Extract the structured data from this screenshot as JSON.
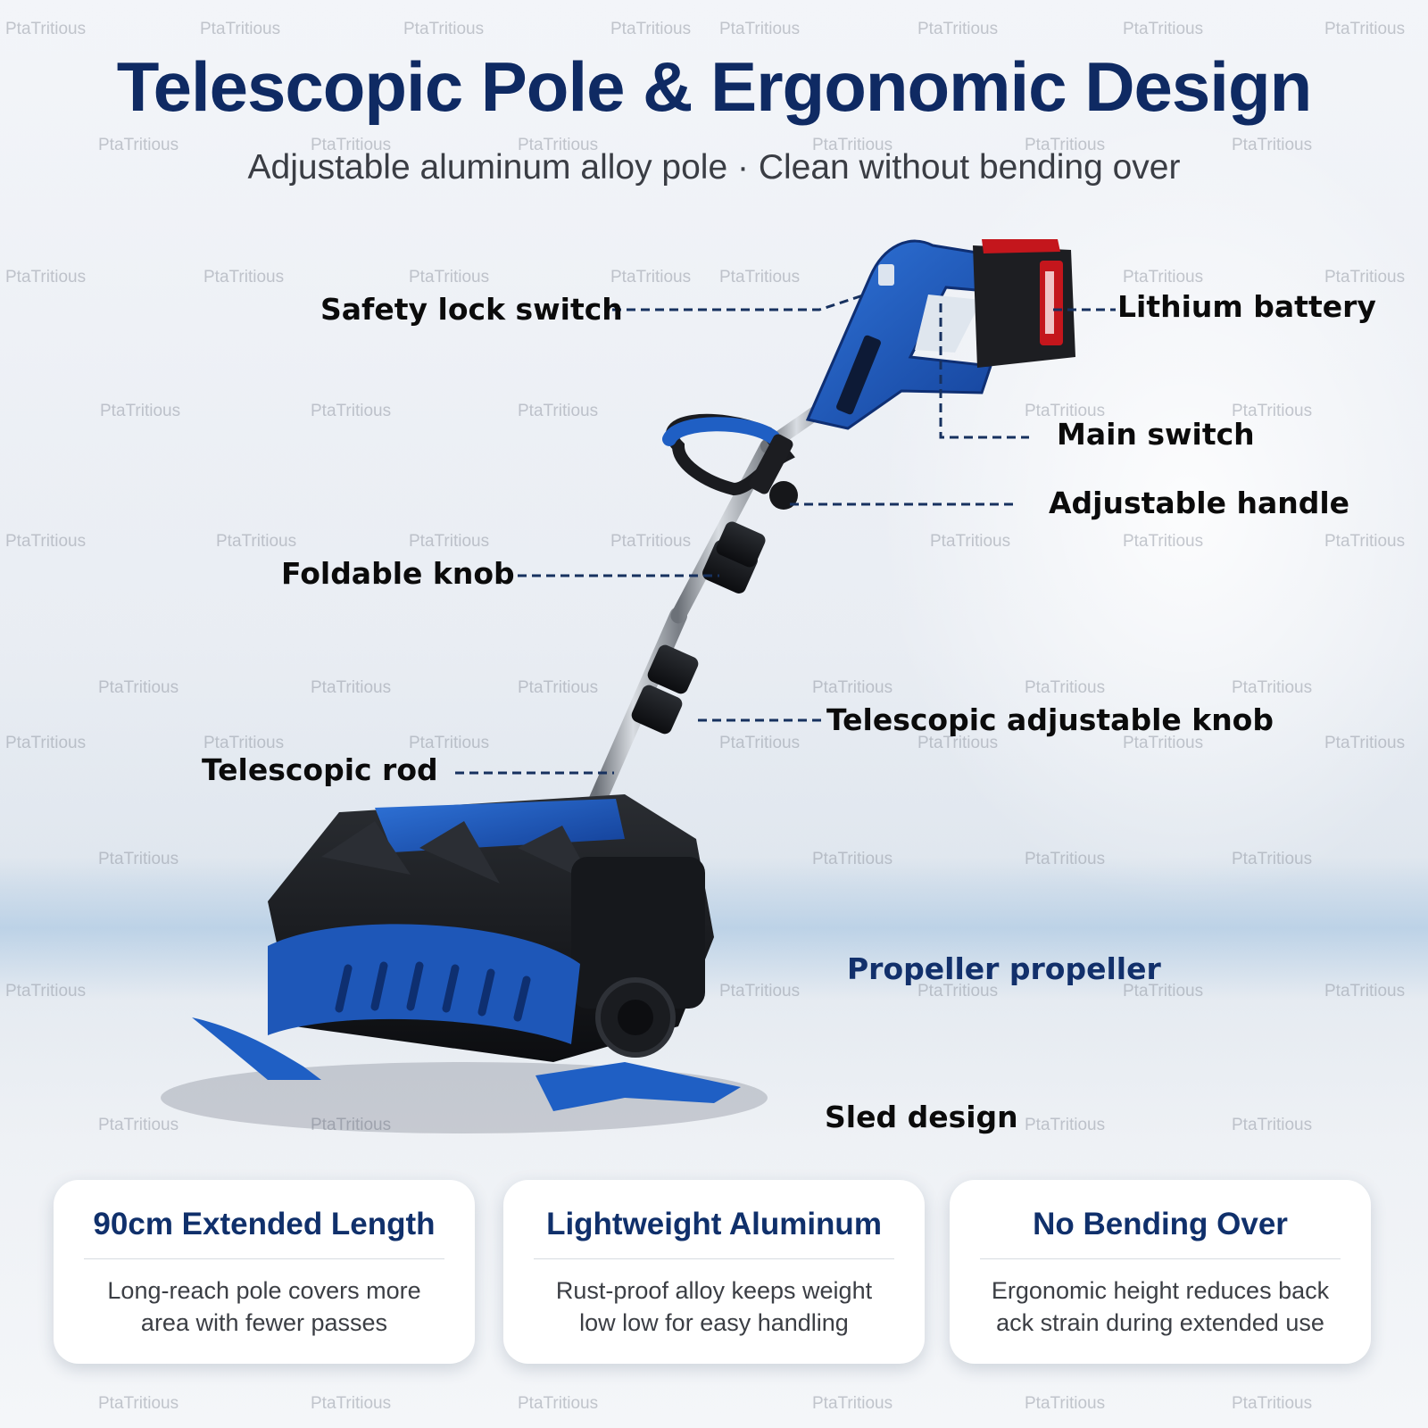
{
  "header": {
    "title": "Telescopic Pole & Ergonomic Design",
    "subtitle": "Adjustable aluminum alloy pole · Clean without bending over"
  },
  "callouts": {
    "safety_lock_switch": "Safety lock switch",
    "lithium_battery": "Lithium battery",
    "main_switch": "Main switch",
    "adjustable_handle": "Adjustable handle",
    "foldable_knob": "Foldable knob",
    "telescopic_adjustable_knob": "Telescopic adjustable knob",
    "telescopic_rod": "Telescopic rod",
    "propeller": "Propeller propeller",
    "sled_design": "Sled design"
  },
  "features": [
    {
      "title": "90cm Extended Length",
      "line1": "Long-reach pole covers more",
      "line2": "area with fewer passes"
    },
    {
      "title": "Lightweight Aluminum",
      "line1": "Rust-proof alloy keeps weight",
      "line2": "low low for easy handling"
    },
    {
      "title": "No Bending Over",
      "line1": "Ergonomic height reduces back",
      "line2": "ack strain during extended use"
    }
  ],
  "watermark": "PtaTritious",
  "colors": {
    "title": "#0f2a63",
    "accent_blue": "#1f5fc4",
    "battery_red": "#c4161c",
    "leader_line": "#17315f"
  }
}
